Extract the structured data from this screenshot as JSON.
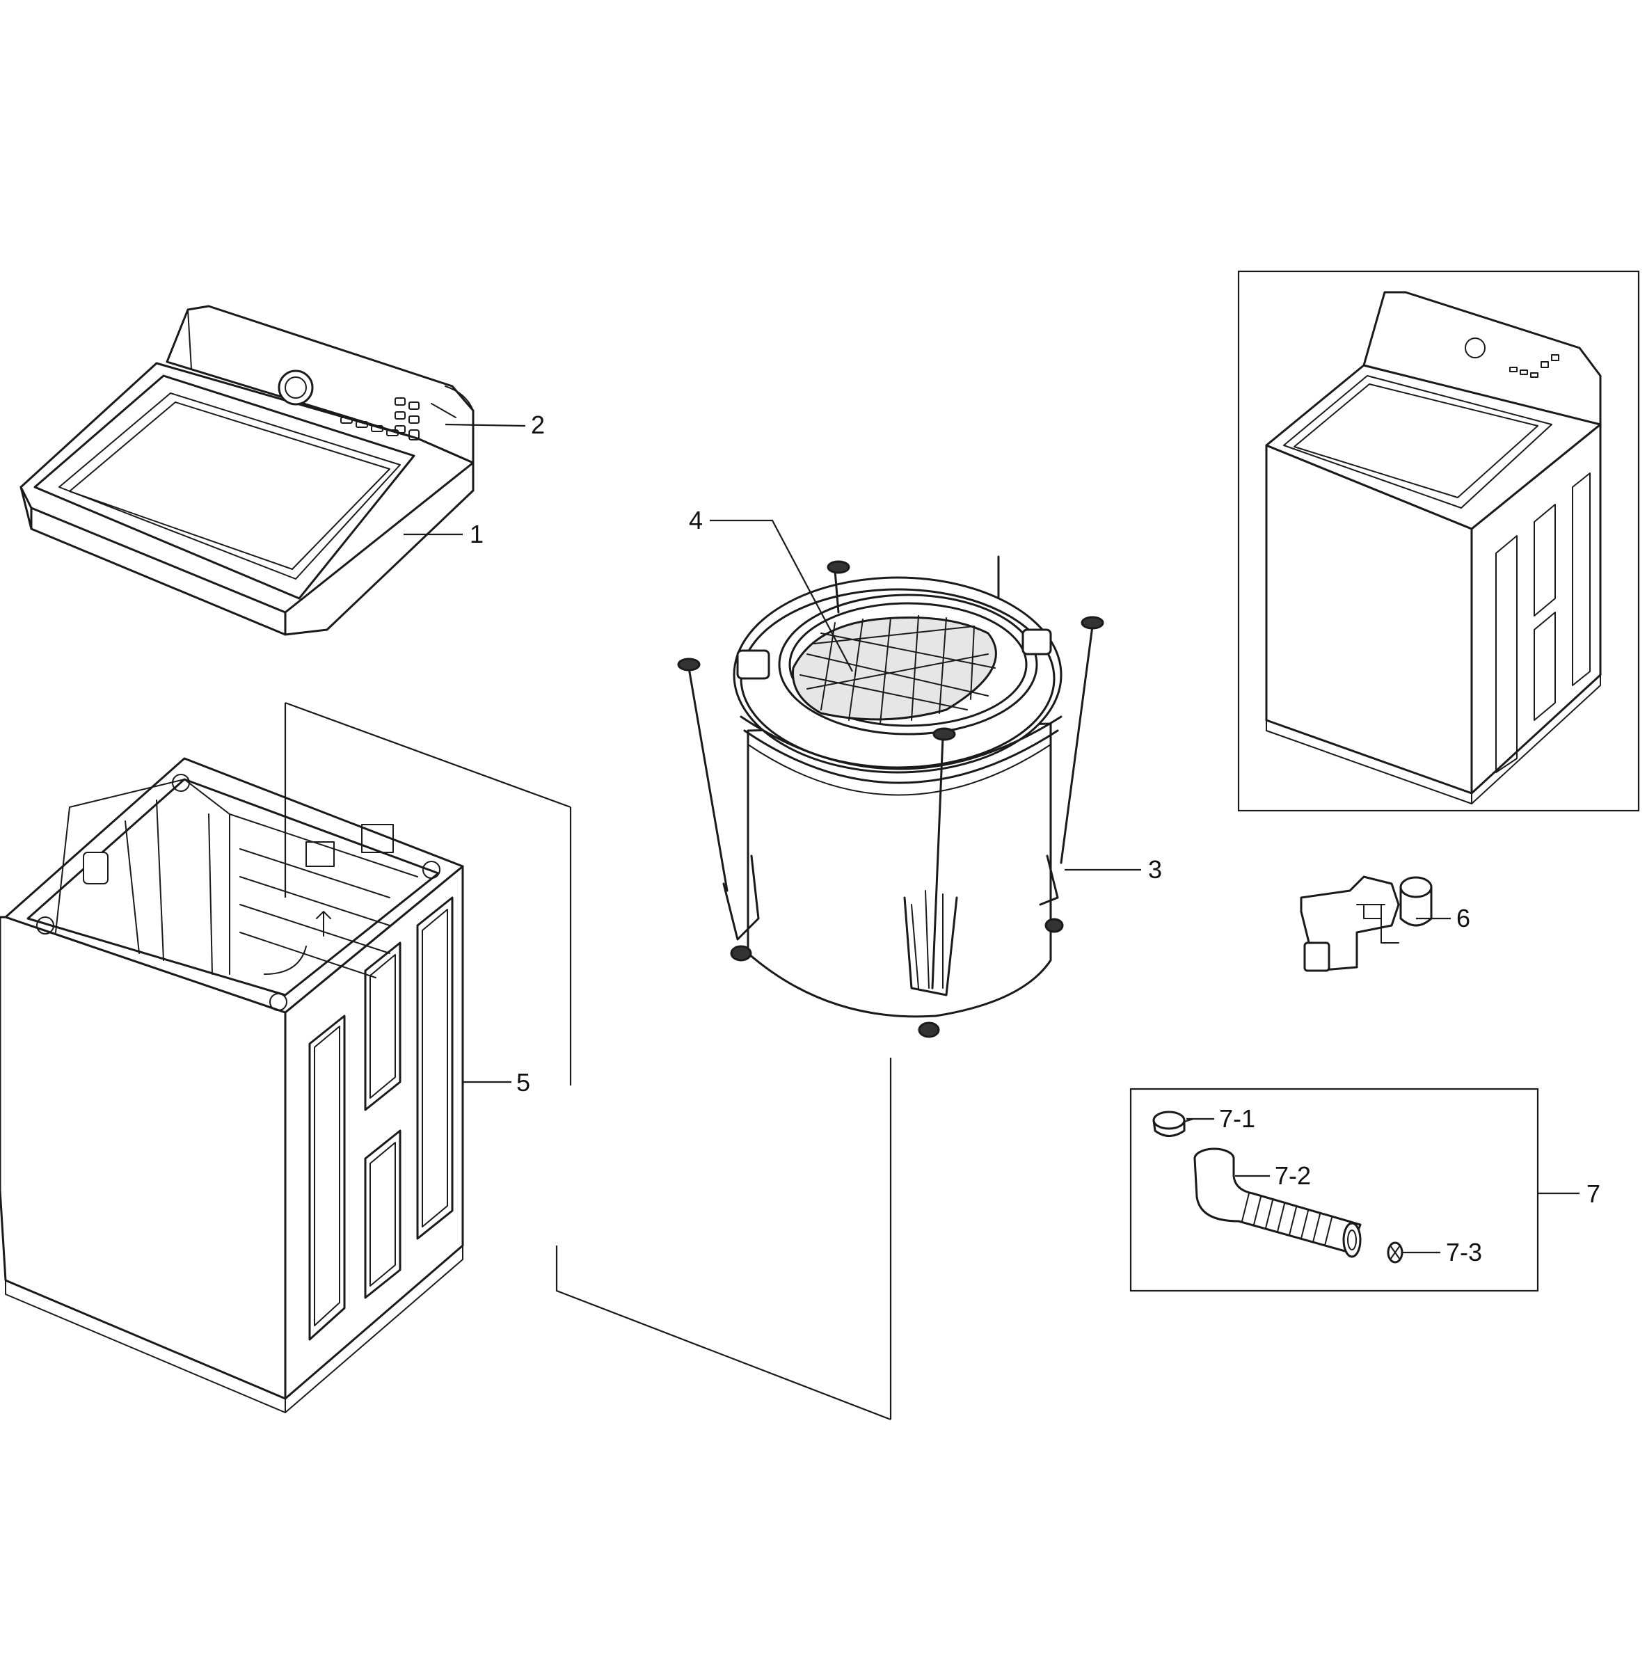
{
  "callouts": {
    "c1": "1",
    "c2": "2",
    "c3": "3",
    "c4": "4",
    "c5": "5",
    "c6": "6",
    "c7": "7",
    "c7_1": "7-1",
    "c7_2": "7-2",
    "c7_3": "7-3"
  },
  "colors": {
    "line": "#1a1a1a",
    "background": "#ffffff"
  }
}
